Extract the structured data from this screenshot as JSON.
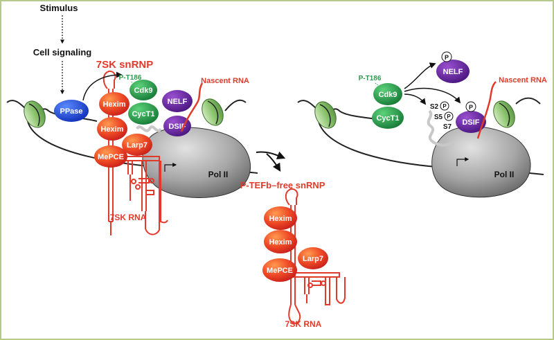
{
  "labels": {
    "stimulus": "Stimulus",
    "cell_signaling": "Cell signaling",
    "snrnp_title": "7SK snRNP",
    "pt186_left": "P-T186",
    "pt186_right": "P-T186",
    "nascent_left": "Nascent RNA",
    "nascent_right": "Nascent RNA",
    "rna_left": "7SK RNA",
    "rna_bottom": "7SK RNA",
    "free_snrnp": "P-TEFb–free snRNP",
    "pol_left": "Pol II",
    "pol_right": "Pol II",
    "s2": "S2",
    "s5": "S5",
    "s7": "S7",
    "p": "P"
  },
  "proteins": {
    "ppase": "PPase",
    "hexim": "Hexim",
    "mepce": "MePCE",
    "larp7": "Larp7",
    "cdk9": "Cdk9",
    "cyct1": "CycT1",
    "nelf": "NELF",
    "dsif": "DSIF"
  },
  "colors": {
    "border": "#b5c98a",
    "rna_red": "#e23a2a",
    "hexim_orange": "#e8442a",
    "ptefb_green": "#2a9a4c",
    "nelf_dsif_purple": "#6a2aa0",
    "ppase_blue": "#2255dd",
    "nucleosome_green": "#9ccf86",
    "pol_gray": "#8a8a8a"
  }
}
